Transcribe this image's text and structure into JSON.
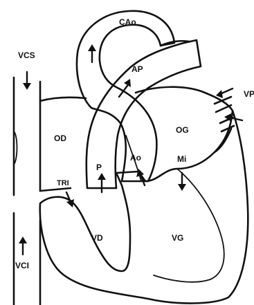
{
  "labels": {
    "cao": "CAo",
    "vcs": "VCS",
    "ap": "AP",
    "vp": "VP",
    "od": "OD",
    "og": "OG",
    "p": "P",
    "ao": "Ao",
    "mi": "Mi",
    "tri": "TRI",
    "vd": "VD",
    "vg": "VG",
    "vci": "VCI"
  },
  "colors": {
    "stroke": "#111111",
    "background": "#ffffff",
    "muscle_fill": "#f4f4f1"
  }
}
